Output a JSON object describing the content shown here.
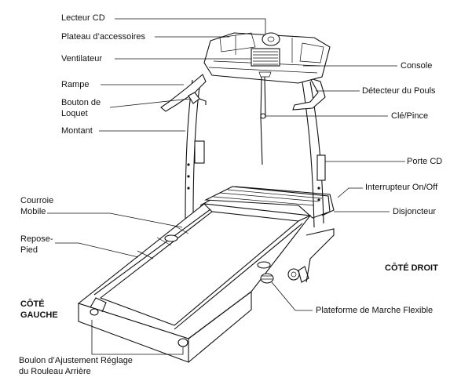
{
  "labels": {
    "lecteur_cd": "Lecteur CD",
    "plateau": "Plateau d’accessoires",
    "ventilateur": "Ventilateur",
    "rampe": "Rampe",
    "bouton_loquet_1": "Bouton de",
    "bouton_loquet_2": "Loquet",
    "montant": "Montant",
    "courroie_1": "Courroie",
    "courroie_2": "Mobile",
    "repose_1": "Repose-",
    "repose_2": "Pied",
    "cote_gauche_1": "CÔTÉ",
    "cote_gauche_2": "GAUCHE",
    "boulon_1": "Boulon d’Ajustement Réglage",
    "boulon_2": "du Rouleau Arrière",
    "console": "Console",
    "detecteur": "Détecteur du Pouls",
    "cle": "Clé/Pince",
    "porte_cd": "Porte CD",
    "interrupteur": "Interrupteur On/Off",
    "disjoncteur": "Disjoncteur",
    "cote_droit": "CÔTÉ DROIT",
    "plateforme": "Plateforme de Marche Flexible"
  }
}
